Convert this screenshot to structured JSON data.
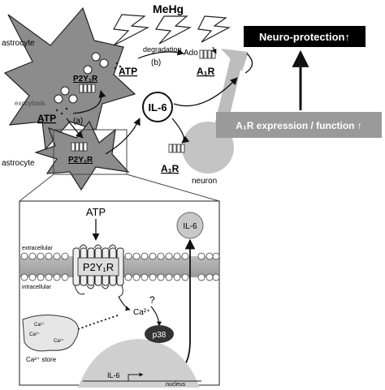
{
  "labels": {
    "mehg": "MeHg",
    "neuro_protection": "Neuro-protection↑",
    "a1r_expression": "A₁R expression / function ↑",
    "astrocyte_top": "astrocyte",
    "astrocyte_bottom": "astrocyte",
    "neuron": "neuron",
    "exocytosis": "exocytosis",
    "degradation": "degradation",
    "step_b": "(b)",
    "step_a": "(a)",
    "atp_top": "ATP",
    "atp_left": "ATP",
    "p2y1r_top": "P2Y₁R",
    "p2y1r_bottom": "P2Y₁R",
    "ado": "Ado",
    "a1r_top": "A₁R",
    "a1r_bottom": "A₁R",
    "il6_main": "IL-6"
  },
  "inset": {
    "atp": "ATP",
    "extracellular": "extracellular",
    "intracellular": "intracellular",
    "receptor": "P2Y₁R",
    "ca_cytosol": "Ca²⁺",
    "question": "?",
    "ca_store_ions": [
      "Ca²⁺",
      "Ca²⁺",
      "Ca²⁺"
    ],
    "ca_store_label": "Ca²⁺ store",
    "p38": "p38",
    "il6_vesicle": "IL-6",
    "il6_gene": "IL-6",
    "nucleus": "nucleus"
  },
  "colors": {
    "cell_gray": "#8c8c8c",
    "neuron_gray": "#c4c4c4",
    "banner_black": "#000000",
    "banner_gray": "#9a9a9a"
  }
}
